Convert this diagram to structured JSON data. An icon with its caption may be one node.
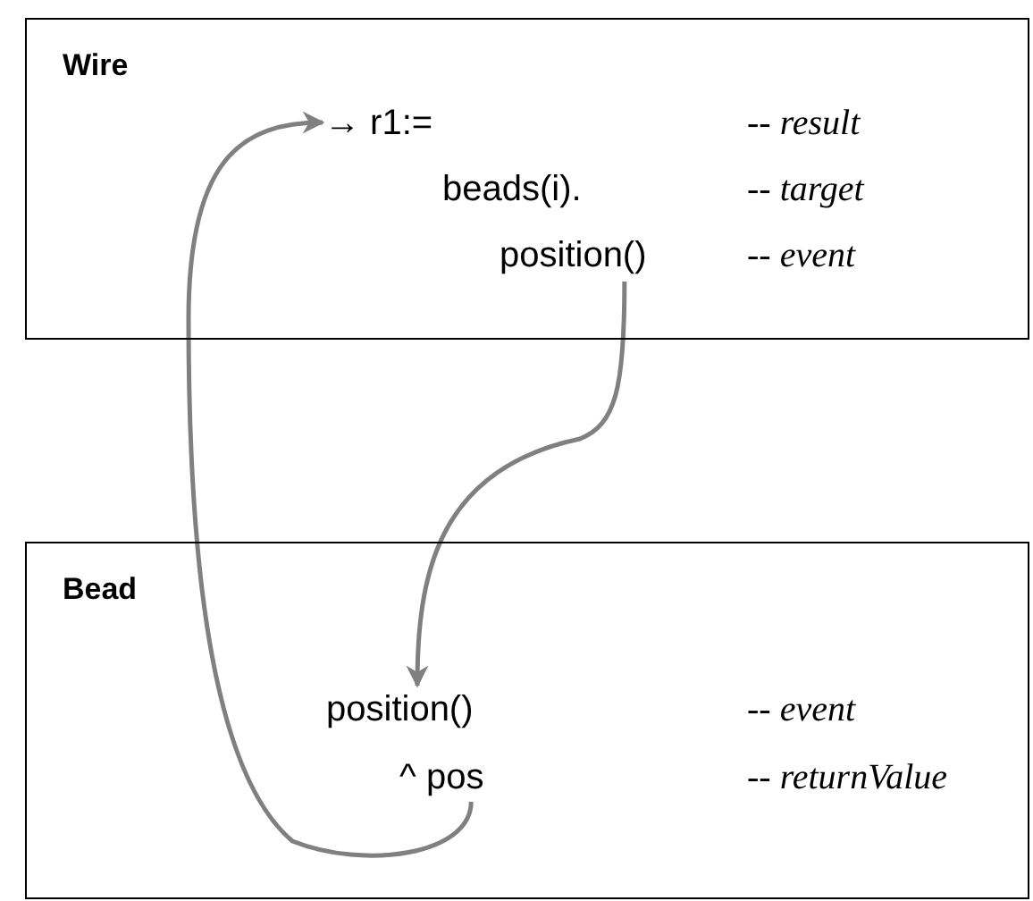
{
  "diagram": {
    "nodes": [
      {
        "text": [
          "Wire"
        ]
      },
      {
        "text": [
          "→ r1:="
        ],
        "in": 0
      },
      {
        "text": [
          "beads(i)."
        ],
        "in": 0
      },
      {
        "text": [
          "position()"
        ],
        "in": 0
      },
      {
        "text": [
          "Bead"
        ]
      },
      {
        "text": [
          "position()"
        ],
        "in": 4
      },
      {
        "text": [
          "^ pos"
        ],
        "in": 4
      }
    ],
    "labels": [
      "-- *result*",
      "-- *target*",
      "-- *event*",
      "-- *event*",
      "-- *returnValue*"
    ],
    "edges": [
      {
        "from": 3,
        "to": 5,
        "arrow": "to"
      },
      {
        "from": 6,
        "to": 1,
        "arrow": "to"
      }
    ]
  }
}
